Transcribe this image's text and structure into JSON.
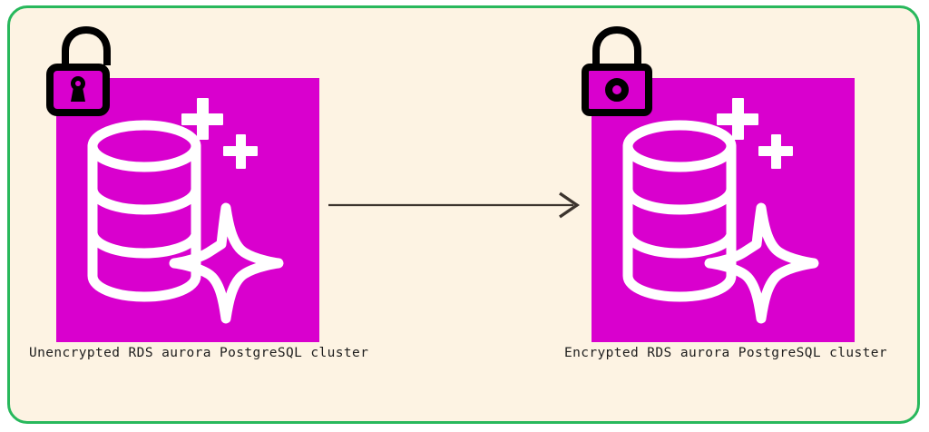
{
  "diagram": {
    "background_color": "#fdf3e3",
    "border_color": "#28b85c",
    "tile_color": "#d900ce",
    "icon_color": "#ffffff",
    "lock_color": "#000000",
    "arrow_color": "#3c342e",
    "label_color": "#1d1d1d",
    "nodes": [
      {
        "id": "unencrypted",
        "label": "Unencrypted RDS aurora PostgreSQL cluster",
        "lock_state": "unlocked",
        "lock_icon": "open-padlock-icon",
        "service_icon": "aurora-database-icon"
      },
      {
        "id": "encrypted",
        "label": "Encrypted RDS aurora PostgreSQL cluster",
        "lock_state": "locked",
        "lock_icon": "closed-padlock-icon",
        "service_icon": "aurora-database-icon"
      }
    ],
    "connector": {
      "name": "encryption-flow-arrow",
      "from": "unencrypted",
      "to": "encrypted",
      "style": "solid-line-open-arrowhead",
      "label": ""
    }
  }
}
